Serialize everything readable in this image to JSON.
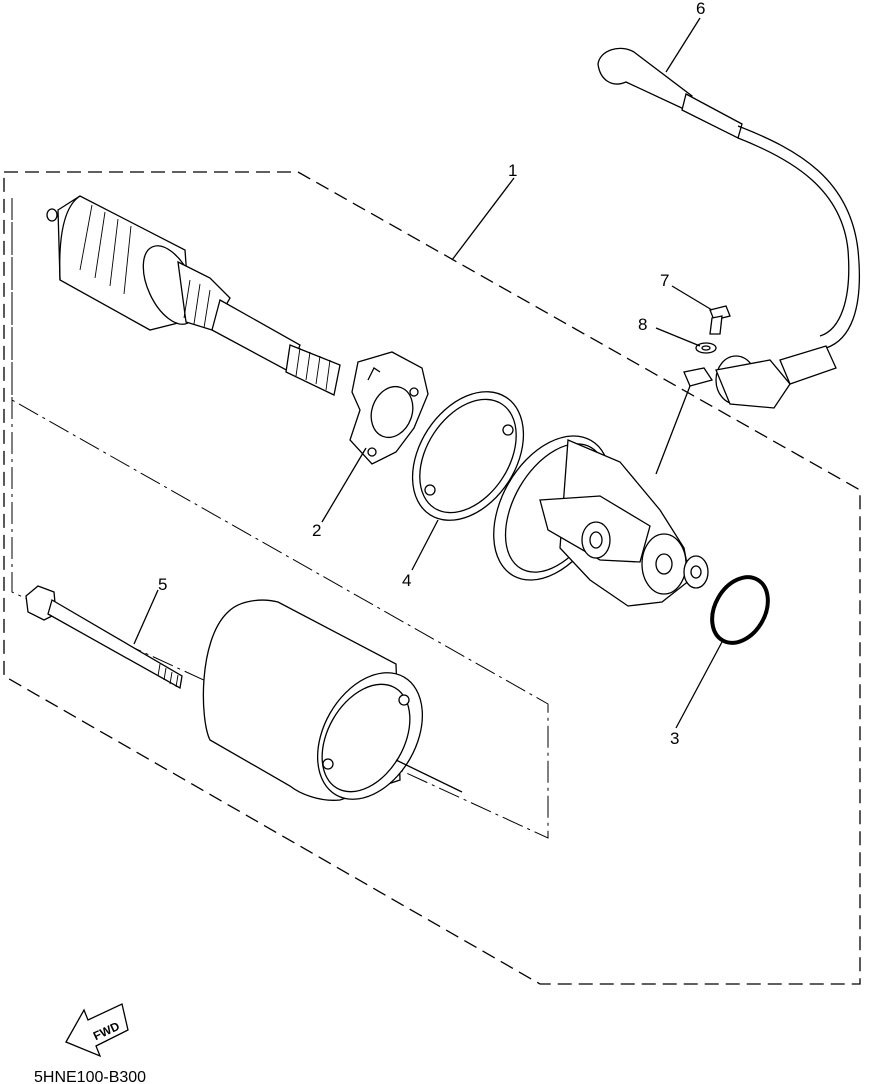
{
  "diagram": {
    "callouts": [
      {
        "id": "1",
        "label": "1"
      },
      {
        "id": "2",
        "label": "2"
      },
      {
        "id": "3",
        "label": "3"
      },
      {
        "id": "4",
        "label": "4"
      },
      {
        "id": "5",
        "label": "5"
      },
      {
        "id": "6",
        "label": "6"
      },
      {
        "id": "7",
        "label": "7"
      },
      {
        "id": "8",
        "label": "8"
      }
    ],
    "direction_badge": "FWD",
    "drawing_code": "5HNE100-B300"
  }
}
